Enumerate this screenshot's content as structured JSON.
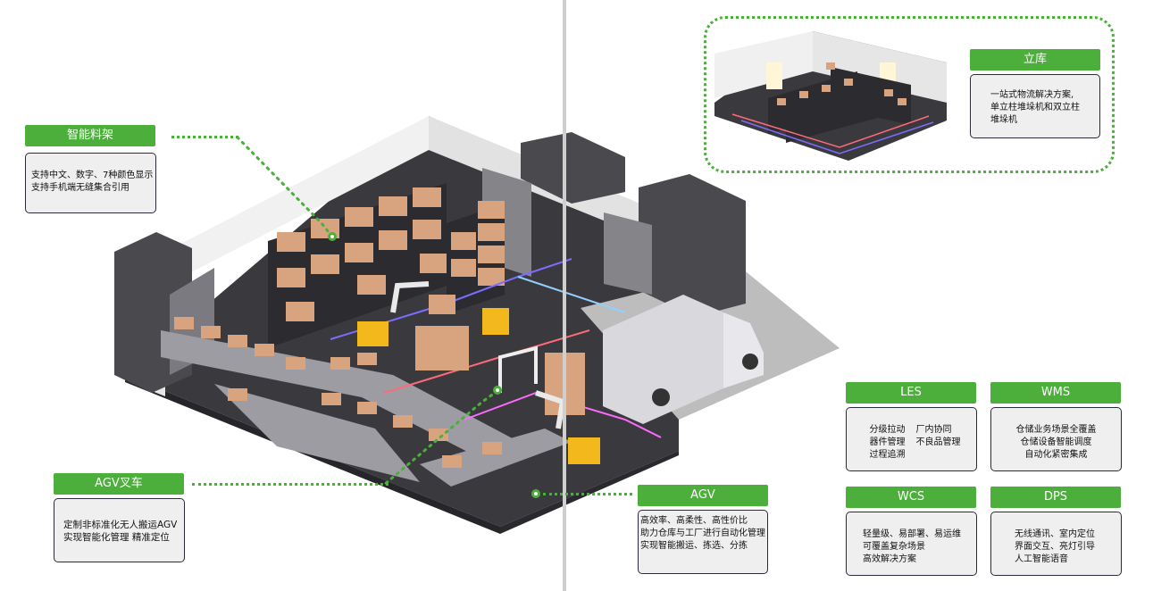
{
  "labels": {
    "smart_rack": {
      "title": "智能料架",
      "lines": [
        "支持中文、数字、7种颜色显示",
        "支持手机端无缝集合引用"
      ]
    },
    "agv_forklift": {
      "title": "AGV叉车",
      "lines": [
        "定制非标准化无人搬运AGV",
        "实现智能化管理 精准定位"
      ]
    },
    "agv": {
      "title": "AGV",
      "lines": [
        "高效率、高柔性、高性价比",
        "助力仓库与工厂进行自动化管理",
        "实现智能搬运、拣选、分拣"
      ]
    },
    "liku": {
      "title": "立库",
      "lines": [
        "一站式物流解决方案,",
        "单立柱堆垛机和双立柱",
        "堆垛机"
      ]
    },
    "les": {
      "title": "LES",
      "cells": [
        "分级拉动",
        "厂内协同",
        "器件管理",
        "不良品管理",
        "过程追溯"
      ]
    },
    "wms": {
      "title": "WMS",
      "lines": [
        "仓储业务场景全覆盖",
        "仓储设备智能调度",
        "自动化紧密集成"
      ]
    },
    "wcs": {
      "title": "WCS",
      "lines": [
        "轻量级、易部署、易运维",
        "可覆盖复杂场景",
        "高效解决方案"
      ]
    },
    "dps": {
      "title": "DPS",
      "lines": [
        "无线通讯、室内定位",
        "界面交互、亮灯引导",
        "人工智能语音"
      ]
    }
  },
  "colors": {
    "accent": "#4caf3c",
    "card_border": "#2a2a3a",
    "card_bg": "#efefef"
  },
  "icons": [
    "warehouse-illustration",
    "stereo-warehouse-illustration"
  ]
}
